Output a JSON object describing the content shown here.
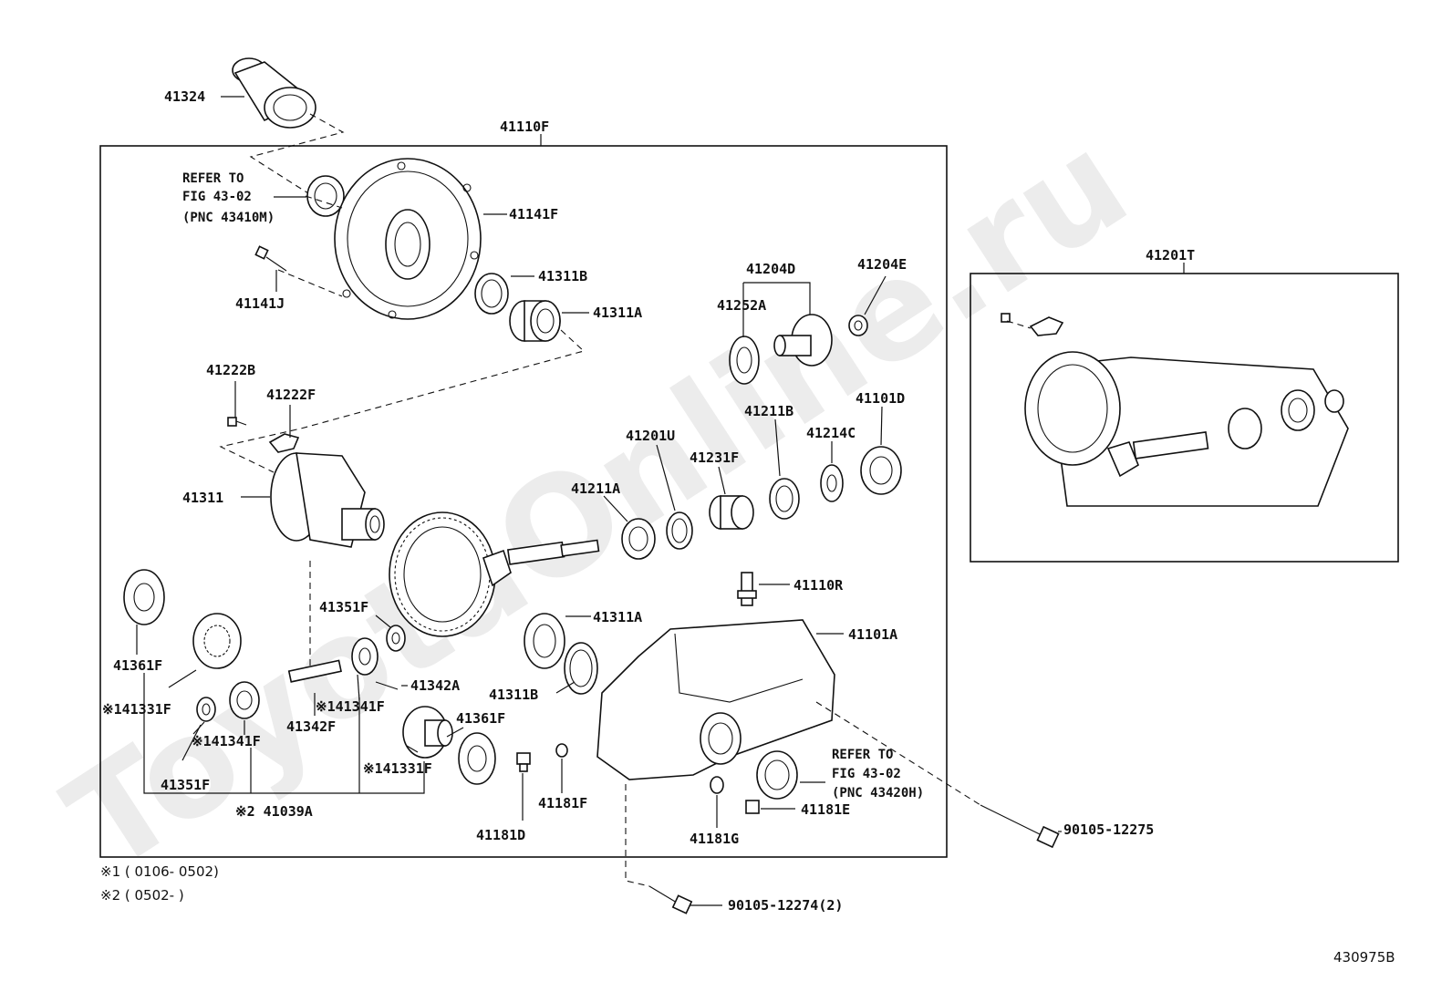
{
  "watermark": "ToyotaOnline.ru",
  "figure_code": "430975B",
  "assembly_labels": {
    "main": "41110F",
    "kit": "41201T"
  },
  "parts": {
    "p41324": "41324",
    "p41141F": "41141F",
    "p41311B_top": "41311B",
    "p41311A_top": "41311A",
    "p41141J": "41141J",
    "p41204D": "41204D",
    "p41204E": "41204E",
    "p41252A": "41252A",
    "p41222B": "41222B",
    "p41222F": "41222F",
    "p41311": "41311",
    "p41201U": "41201U",
    "p41211B": "41211B",
    "p41101D": "41101D",
    "p41231F": "41231F",
    "p41214C": "41214C",
    "p41211A": "41211A",
    "p41110R": "41110R",
    "p41351F_mid": "41351F",
    "p41311A_mid": "41311A",
    "p41101A": "41101A",
    "p41361F_left": "41361F",
    "p41342A": "41342A",
    "p41311B_mid": "41311B",
    "p41331F_left": "※141331F",
    "p41341F_mid": "※141341F",
    "p41342F": "41342F",
    "p41361F_right": "41361F",
    "p41341F_left": "※141341F",
    "p41331F_right": "※141331F",
    "p41351F_left": "41351F",
    "p41181F": "41181F",
    "p41181E": "41181E",
    "p41039A": "※2 41039A",
    "p41181D": "41181D",
    "p41181G": "41181G",
    "p90105_12275": "90105-12275",
    "p90105_12274": "90105-12274(2)"
  },
  "refer_notes": {
    "upper": [
      "REFER TO",
      "FIG 43-02",
      "(PNC 43410M)"
    ],
    "lower": [
      "REFER TO",
      "FIG 43-02",
      "(PNC 43420H)"
    ]
  },
  "legend": {
    "note1": "※1 ( 0106- 0502)",
    "note2": "※2 ( 0502-        )"
  }
}
